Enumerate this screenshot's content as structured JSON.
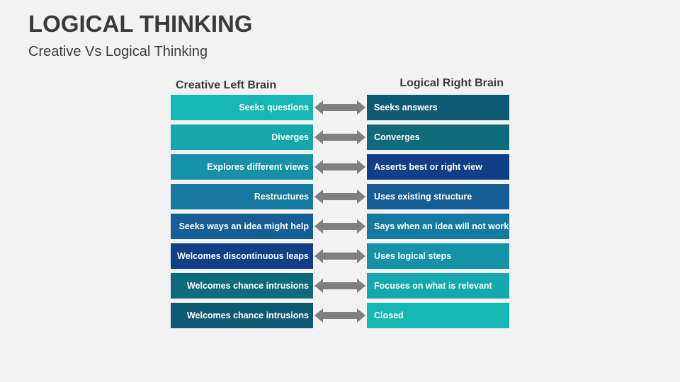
{
  "slide": {
    "title": "LOGICAL THINKING",
    "subtitle": "Creative Vs Logical Thinking"
  },
  "headers": {
    "left": "Creative Left Brain",
    "right": "Logical Right Brain"
  },
  "arrow_color": "#7f7f7f",
  "rows": [
    {
      "left": "Seeks questions",
      "right": "Seeks answers",
      "left_color": "#14b8b0",
      "right_color": "#0e5a72"
    },
    {
      "left": "Diverges",
      "right": "Converges",
      "left_color": "#14a8ac",
      "right_color": "#0f6b7a"
    },
    {
      "left": "Explores different views",
      "right": "Asserts best or right view",
      "left_color": "#1591a8",
      "right_color": "#113f87"
    },
    {
      "left": "Restructures",
      "right": "Uses existing structure",
      "left_color": "#1679a1",
      "right_color": "#155f96"
    },
    {
      "left": "Seeks ways an idea might help",
      "right": "Says when an idea will not work",
      "left_color": "#155f96",
      "right_color": "#1679a1"
    },
    {
      "left": "Welcomes discontinuous leaps",
      "right": "Uses logical steps",
      "left_color": "#113f87",
      "right_color": "#1591a8"
    },
    {
      "left": "Welcomes chance intrusions",
      "right": "Focuses on what is relevant",
      "left_color": "#0f6b7a",
      "right_color": "#14a8ac"
    },
    {
      "left": "Welcomes chance intrusions",
      "right": "Closed",
      "left_color": "#0e5a72",
      "right_color": "#14b8b0"
    }
  ]
}
